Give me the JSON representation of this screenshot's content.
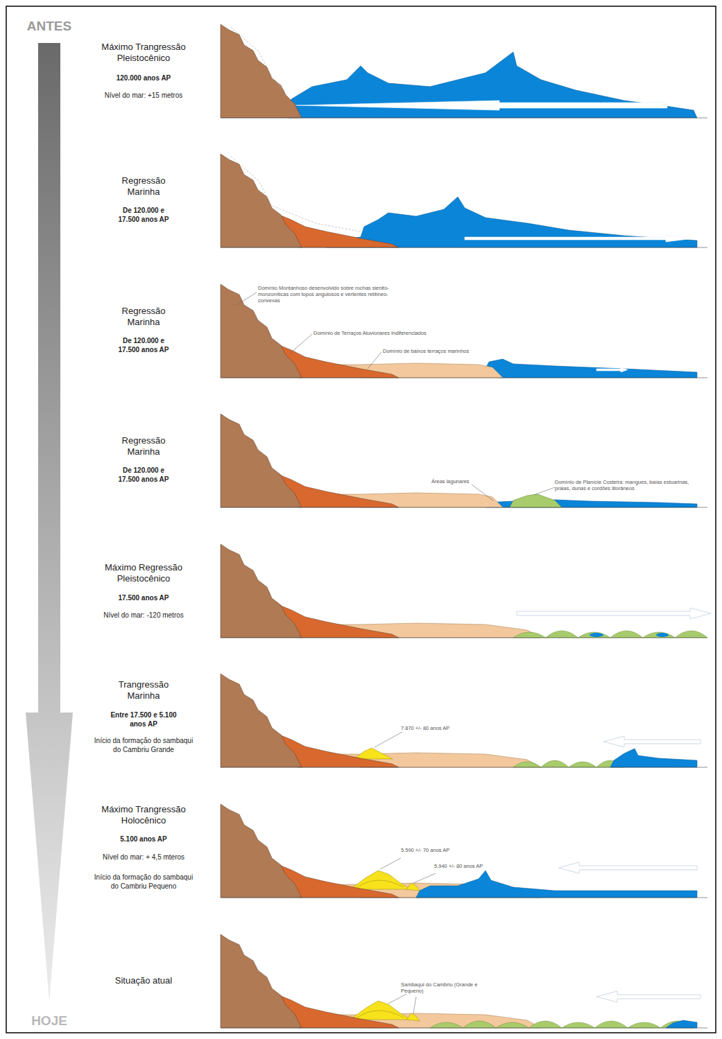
{
  "diagram": {
    "labels": [
      "ANTES",
      "HOJE",
      "Máximo Trangressão Pleistocênico",
      "120.000 anos AP",
      "Nível do mar: +15 metros",
      "Regressão Marinha",
      "De 120.000 e 17.500 anos AP",
      "Regressão Marinha",
      "De 120.000 e 17.500 anos AP",
      "Domínio Montanhoso desenvolvido sobre rochas sienito-monzoníticas com topos angulosos e vertentes retilíneo-convexas",
      "Domínio de Terraços Aluvionares Indiferenciados",
      "Domínio de baixos terraços marinhos",
      "Regressão Marinha",
      "De 120.000 e 17.500 anos AP",
      "Áreas lagunares",
      "Domínio de Planície Costeira: mangues, baías estuarinas, praias, dunas e cordões litorâneos",
      "Máximo Regressão Pleistocênico",
      "17.500 anos AP",
      "Nível do mar: -120 metros",
      "Trangressão Marinha",
      "Entre 17.500 e 5.100 anos AP",
      "Início da formação do sambaqui do Cambriu Grande",
      "7.870 +/- 80 anos AP",
      "Máximo Trangressão Holocênico",
      "5.100 anos AP",
      "Nível do mar: + 4,5 mteros",
      "Início da formação do sambaqui do Cambriu Pequeno",
      "5.590 +/- 70 anos AP",
      "5.940 +/- 80 anos AP",
      "Situação atual",
      "Sambaqui do Cambriu (Grande e Pequeno)"
    ]
  }
}
